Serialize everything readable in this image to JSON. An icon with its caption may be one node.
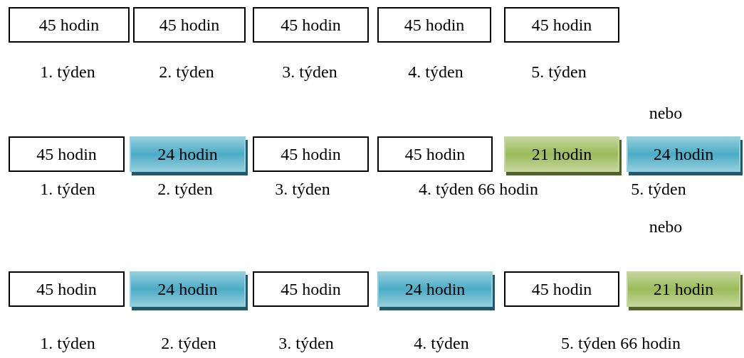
{
  "diagram": {
    "nodes": [
      {
        "text": [
          "45 hodin"
        ]
      },
      {
        "text": [
          "45 hodin"
        ]
      },
      {
        "text": [
          "45 hodin"
        ]
      },
      {
        "text": [
          "45 hodin"
        ]
      },
      {
        "text": [
          "45 hodin"
        ]
      },
      {
        "text": [
          "45 hodin"
        ]
      },
      {
        "text": [
          "24 hodin"
        ]
      },
      {
        "text": [
          "45 hodin"
        ]
      },
      {
        "text": [
          "45 hodin"
        ]
      },
      {
        "text": [
          "21 hodin"
        ]
      },
      {
        "text": [
          "24 hodin"
        ]
      },
      {
        "text": [
          "45 hodin"
        ]
      },
      {
        "text": [
          "24 hodin"
        ]
      },
      {
        "text": [
          "45 hodin"
        ]
      },
      {
        "text": [
          "24 hodin"
        ]
      },
      {
        "text": [
          "45 hodin"
        ]
      },
      {
        "text": [
          "21 hodin"
        ]
      }
    ],
    "labels": [
      "1. týden",
      "2. týden",
      "3. týden",
      "4. týden",
      "5. týden",
      "nebo",
      "1. týden",
      "2. týden",
      "3. týden",
      "4. týden 66 hodin",
      "5. týden",
      "nebo",
      "1. týden",
      "2. týden",
      "3. týden",
      "4. týden",
      "5. týden 66 hodin"
    ]
  }
}
